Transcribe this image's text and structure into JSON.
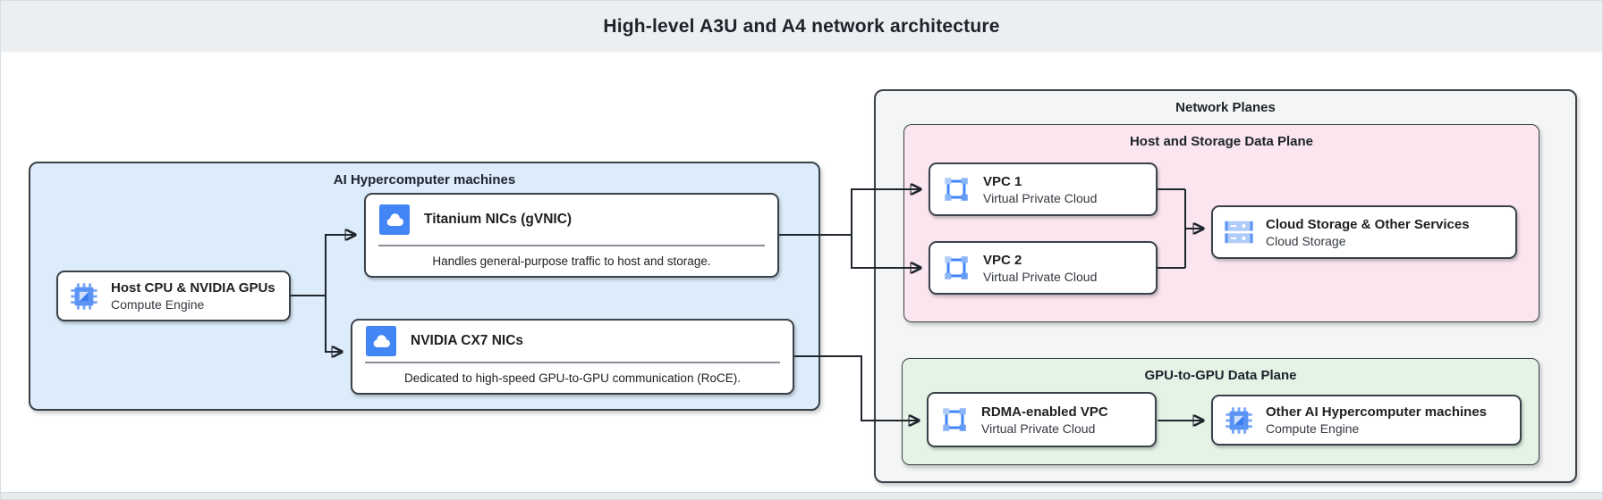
{
  "header": {
    "title": "High-level A3U and A4 network architecture"
  },
  "colors": {
    "header_bg": "#eceff1",
    "machines_container_bg": "#dcecfb",
    "network_planes_bg": "#f4f5f5",
    "host_storage_plane_bg": "#fbe5ee",
    "gpu_plane_bg": "#e5f3e6",
    "box_border": "#3a4149",
    "connector": "#20262e",
    "icon_blue": "#4285f4",
    "icon_light_blue": "#aecbfa"
  },
  "diagram": {
    "ai_machines": {
      "label": "AI Hypercomputer machines",
      "host_box": {
        "title": "Host CPU & NVIDIA GPUs",
        "subtitle": "Compute Engine",
        "icon": "compute-engine-icon"
      },
      "titanium_box": {
        "title": "Titanium NICs (gVNIC)",
        "description": "Handles general-purpose traffic to host and storage.",
        "icon": "cloud-icon"
      },
      "cx7_box": {
        "title": "NVIDIA CX7 NICs",
        "description": "Dedicated to high-speed GPU-to-GPU communication (RoCE).",
        "icon": "cloud-icon"
      }
    },
    "network_planes": {
      "label": "Network Planes",
      "host_storage_plane": {
        "label": "Host and Storage Data Plane",
        "vpc1": {
          "title": "VPC 1",
          "subtitle": "Virtual Private Cloud",
          "icon": "vpc-icon"
        },
        "vpc2": {
          "title": "VPC 2",
          "subtitle": "Virtual Private Cloud",
          "icon": "vpc-icon"
        },
        "storage": {
          "title": "Cloud Storage & Other Services",
          "subtitle": "Cloud Storage",
          "icon": "cloud-storage-icon"
        }
      },
      "gpu_plane": {
        "label": "GPU-to-GPU Data Plane",
        "rdma": {
          "title": "RDMA-enabled VPC",
          "subtitle": "Virtual Private Cloud",
          "icon": "vpc-icon"
        },
        "other_machines": {
          "title": "Other AI Hypercomputer machines",
          "subtitle": "Compute Engine",
          "icon": "compute-engine-icon"
        }
      }
    }
  }
}
